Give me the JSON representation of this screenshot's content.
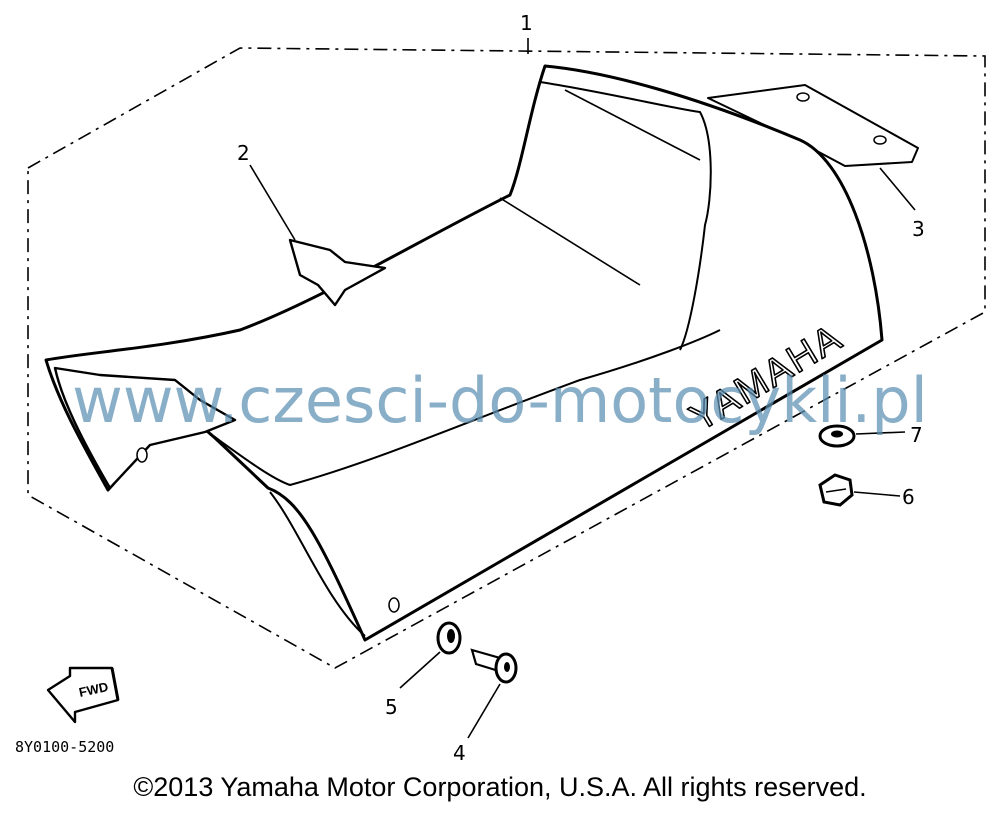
{
  "diagram": {
    "callouts": [
      "1",
      "2",
      "3",
      "4",
      "5",
      "6",
      "7"
    ],
    "seat_brand": "YAMAHA",
    "direction_label": "FWD",
    "figure_code": "8Y0100-5200",
    "watermark": "www.czesci-do-motocykli.pl",
    "copyright": "©2013 Yamaha Motor Corporation, U.S.A. All rights reserved."
  }
}
